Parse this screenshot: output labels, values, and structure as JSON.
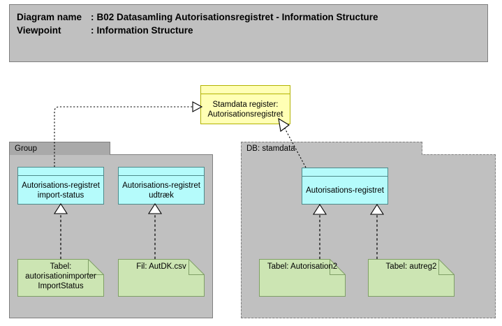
{
  "header": {
    "rows": [
      {
        "key": "Diagram name",
        "sep": ":",
        "value": "B02 Datasamling Autorisationsregistret - Information Structure"
      },
      {
        "key": "Viewpoint",
        "sep": ":",
        "value": "Information Structure"
      }
    ]
  },
  "colors": {
    "banner_fill": "#c0c0c0",
    "banner_border": "#7f7f7f",
    "group_fill": "#c0c0c0",
    "group_tab_fill": "#a9a9a9",
    "object_cyan": "#b5fbfb",
    "object_cyan_border": "#4d8a8a",
    "object_yellow": "#ffffb5",
    "object_yellow_border": "#b3b300",
    "document_green": "#cce5b3",
    "document_green_border": "#7f9f66",
    "connector": "#000000"
  },
  "diagram": {
    "central_object": {
      "label": "Stamdata register: Autorisationsregistret",
      "type": "business-object",
      "fill": "#ffffb5"
    },
    "groups": [
      {
        "id": "group-left",
        "name": "Group",
        "border_style": "solid",
        "objects": [
          {
            "id": "obj-import-status",
            "label": "Autorisations-registret import-status",
            "type": "data-object"
          },
          {
            "id": "obj-udtraek",
            "label": "Autorisations-registret udtræk",
            "type": "data-object"
          }
        ],
        "documents": [
          {
            "id": "doc-importstatus",
            "label": "Tabel: autorisationimporter ImportStatus",
            "type": "artifact"
          },
          {
            "id": "doc-autdk",
            "label": "Fil: AutDK.csv",
            "type": "artifact"
          }
        ]
      },
      {
        "id": "group-right",
        "name": "DB: stamdata",
        "border_style": "dashed",
        "objects": [
          {
            "id": "obj-autorisationsregistret",
            "label": "Autorisations-registret",
            "type": "data-object"
          }
        ],
        "documents": [
          {
            "id": "doc-autorisation2",
            "label": "Tabel: Autorisation2",
            "type": "artifact"
          },
          {
            "id": "doc-autreg2",
            "label": "Tabel: autreg2",
            "type": "artifact"
          }
        ]
      }
    ],
    "connections": [
      {
        "from": "obj-import-status",
        "to": "central_object",
        "style": "dotted",
        "arrow": "hollow-open-triangle"
      },
      {
        "from": "obj-autorisationsregistret",
        "to": "central_object",
        "style": "dotted",
        "arrow": "hollow-open-triangle"
      },
      {
        "from": "doc-importstatus",
        "to": "obj-import-status",
        "style": "dashed",
        "arrow": "hollow-closed-triangle"
      },
      {
        "from": "doc-autdk",
        "to": "obj-udtraek",
        "style": "dashed",
        "arrow": "hollow-closed-triangle"
      },
      {
        "from": "doc-autorisation2",
        "to": "obj-autorisationsregistret",
        "style": "dashed",
        "arrow": "hollow-closed-triangle"
      },
      {
        "from": "doc-autreg2",
        "to": "obj-autorisationsregistret",
        "style": "dashed",
        "arrow": "hollow-closed-triangle"
      }
    ]
  }
}
